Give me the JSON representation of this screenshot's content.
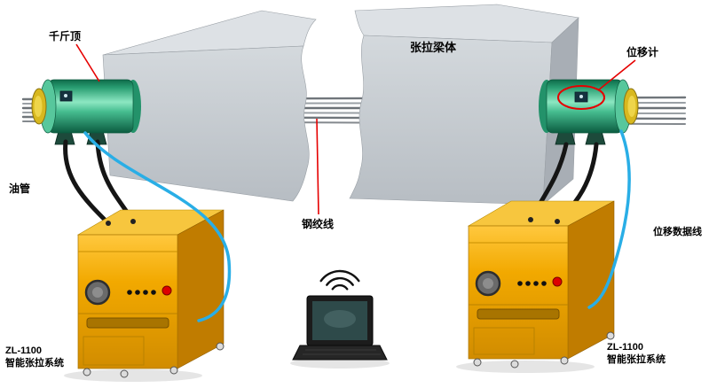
{
  "diagram": {
    "title_context": "intelligent-tensioning-system-diagram",
    "labels": {
      "jack": "千斤顶",
      "beam": "张拉梁体",
      "displacement_meter": "位移计",
      "oil_pipe": "油管",
      "steel_strand": "钢绞线",
      "displacement_data_cable": "位移数据线"
    },
    "left_system": {
      "model": "ZL-1100",
      "name": "智能张拉系统"
    },
    "right_system": {
      "model": "ZL-1100",
      "name": "智能张拉系统"
    },
    "colors": {
      "jack_green": "#2ea87c",
      "anchor_yellow": "#d8b81f",
      "pump_yellow": "#f0a800",
      "cable_blue": "#29aee6",
      "annotation_red": "#e60000",
      "concrete_gray": "#c9ced3",
      "hose_black": "#151515"
    }
  }
}
